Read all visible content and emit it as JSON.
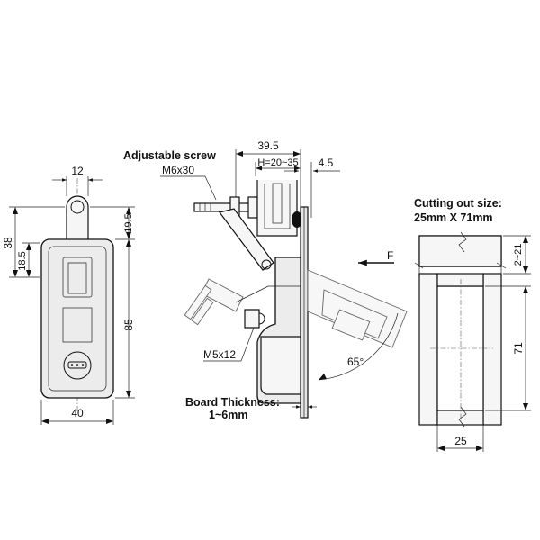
{
  "front_view": {
    "dims": {
      "width_top": "12",
      "height_overall": "38",
      "height_mid": "18.5",
      "offset_top": "19.5",
      "height_body": "85",
      "width_body": "40"
    }
  },
  "side_view": {
    "callouts": {
      "adjustable_screw": "Adjustable screw",
      "screw_size": "M6x30",
      "bolt_size": "M5x12",
      "board_thickness": "Board Thickness:",
      "board_range": "1~6mm"
    },
    "dims": {
      "span": "39.5",
      "height_range": "H=20~35",
      "offset": "4.5",
      "angle": "65°"
    },
    "force_label": "F"
  },
  "cutout": {
    "title": "Cutting out size:",
    "size": "25mm X 71mm",
    "dims": {
      "gap": "2~21",
      "height": "71",
      "width": "25"
    }
  },
  "colors": {
    "line": "#111111",
    "fill": "#ececec",
    "background": "#ffffff"
  }
}
